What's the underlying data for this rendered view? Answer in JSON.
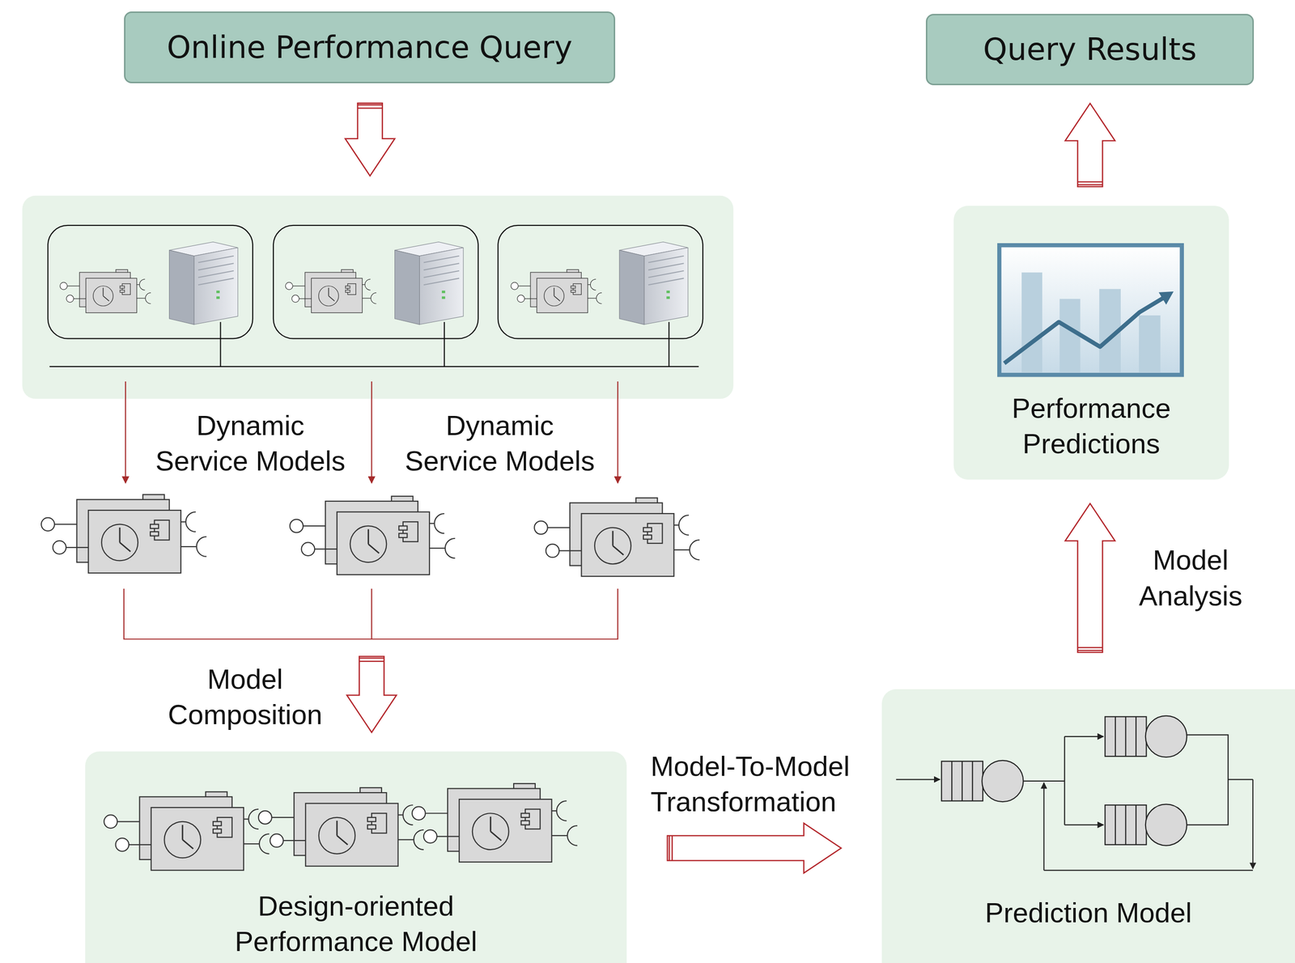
{
  "diagram": {
    "nodes": [
      {
        "text": [
          "Online Performance Query"
        ]
      },
      {
        "text": [
          "Query Results"
        ]
      },
      {
        "text": [
          "Performance Predictions"
        ]
      },
      {
        "text": [
          "Design-oriented Performance Model"
        ]
      },
      {
        "text": [
          "Prediction Model"
        ]
      }
    ],
    "edges": [
      {
        "from": 3,
        "to": 4,
        "arrow": "to",
        "label": "Model-To-Model Transformation"
      },
      {
        "from": 4,
        "to": 2,
        "arrow": "to",
        "label": "Model Analysis"
      },
      {
        "from": 2,
        "to": 1,
        "arrow": "to"
      }
    ],
    "labels": [
      "Dynamic Service Models",
      "Dynamic Service Models",
      "Model Composition"
    ]
  }
}
